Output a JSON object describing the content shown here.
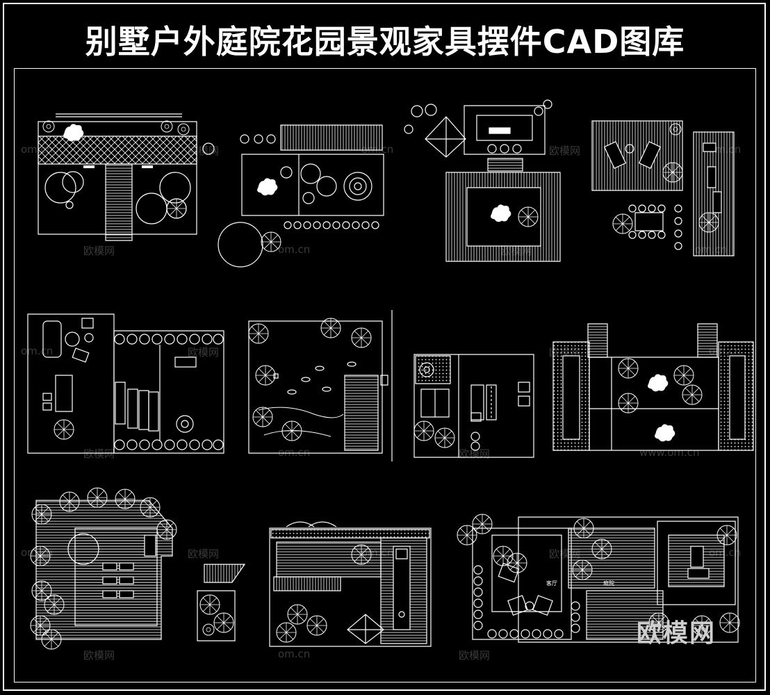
{
  "title": "别墅户外庭院花园景观家具摆件CAD图库",
  "watermark": {
    "text": "欧模网",
    "domain": "om.cn",
    "domain_www": "www.om.cn",
    "corner": "欧模网"
  },
  "plan_labels": {
    "plan12_left": "客厅",
    "plan12_right": "庭院"
  },
  "colors": {
    "background": "#000000",
    "line": "#ffffff",
    "watermark": "#3a3a3a"
  }
}
